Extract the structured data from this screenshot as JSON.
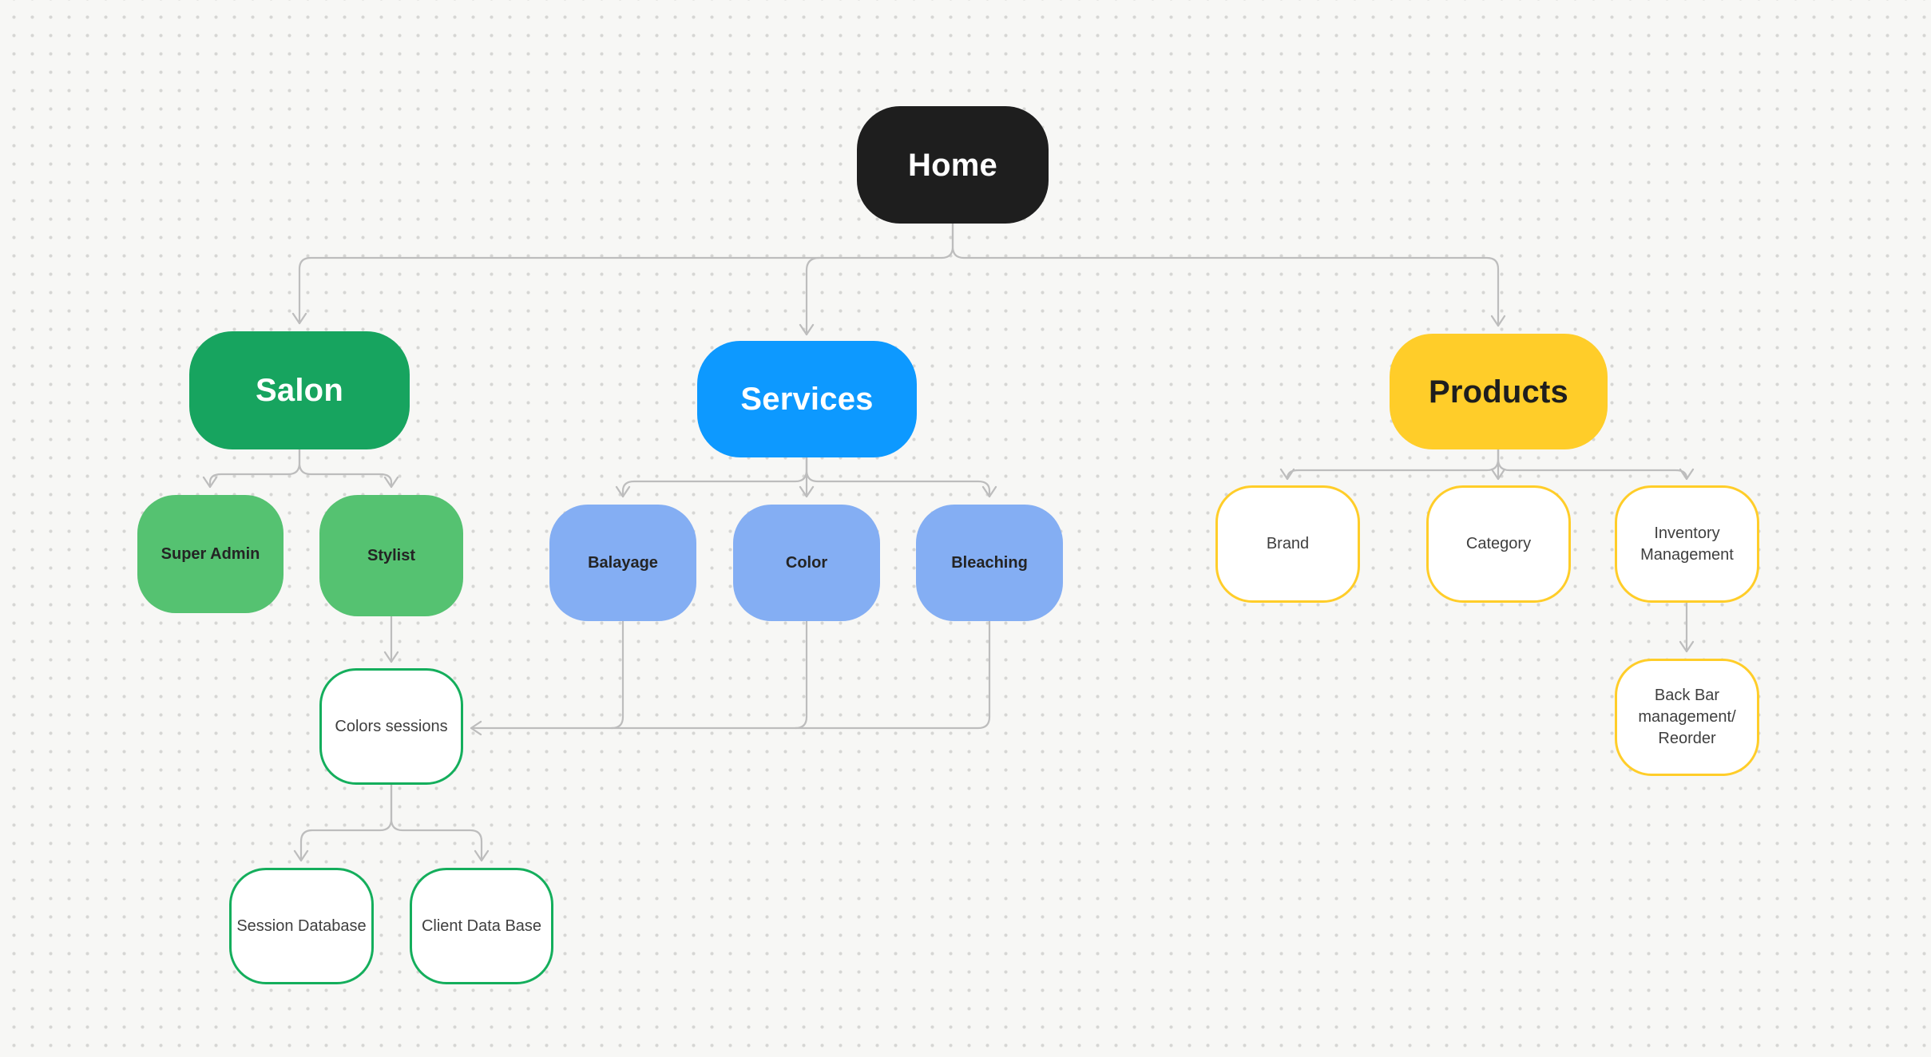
{
  "canvas": {
    "background_color": "#f7f7f5",
    "dot_grid_color": "#d6d6d4"
  },
  "colors": {
    "node_dark": "#1e1e1e",
    "green": "#17a45f",
    "light_green": "#55c271",
    "blue": "#0d99ff",
    "light_blue": "#84aef3",
    "yellow": "#ffcd29",
    "outline_green": "#14ae5c",
    "outline_yellow": "#ffcd29",
    "connector_gray": "#bdbdbd",
    "label_dark": "#1e1e1e",
    "label_muted": "#3f3f3f",
    "label_light": "#ffffff"
  },
  "nodes": {
    "home": {
      "label": "Home"
    },
    "salon": {
      "label": "Salon"
    },
    "services": {
      "label": "Services"
    },
    "products": {
      "label": "Products"
    },
    "super_admin": {
      "label": "Super Admin"
    },
    "stylist": {
      "label": "Stylist"
    },
    "balayage": {
      "label": "Balayage"
    },
    "color": {
      "label": "Color"
    },
    "bleaching": {
      "label": "Bleaching"
    },
    "brand": {
      "label": "Brand"
    },
    "category": {
      "label": "Category"
    },
    "inventory": {
      "label": "Inventory Management"
    },
    "colors_sessions": {
      "label": "Colors sessions"
    },
    "session_database": {
      "label": "Session Database"
    },
    "client_database": {
      "label": "Client Data Base"
    },
    "back_bar": {
      "label": "Back Bar management/ Reorder"
    }
  },
  "edges": [
    {
      "from": "Home",
      "to": "Salon"
    },
    {
      "from": "Home",
      "to": "Services"
    },
    {
      "from": "Home",
      "to": "Products"
    },
    {
      "from": "Salon",
      "to": "Super Admin"
    },
    {
      "from": "Salon",
      "to": "Stylist"
    },
    {
      "from": "Services",
      "to": "Balayage"
    },
    {
      "from": "Services",
      "to": "Color"
    },
    {
      "from": "Services",
      "to": "Bleaching"
    },
    {
      "from": "Products",
      "to": "Brand"
    },
    {
      "from": "Products",
      "to": "Category"
    },
    {
      "from": "Products",
      "to": "Inventory Management"
    },
    {
      "from": "Stylist",
      "to": "Colors sessions"
    },
    {
      "from": "Balayage",
      "to": "Colors sessions"
    },
    {
      "from": "Color",
      "to": "Colors sessions"
    },
    {
      "from": "Bleaching",
      "to": "Colors sessions"
    },
    {
      "from": "Colors sessions",
      "to": "Session Database"
    },
    {
      "from": "Colors sessions",
      "to": "Client Data Base"
    },
    {
      "from": "Inventory Management",
      "to": "Back Bar management/ Reorder"
    }
  ]
}
